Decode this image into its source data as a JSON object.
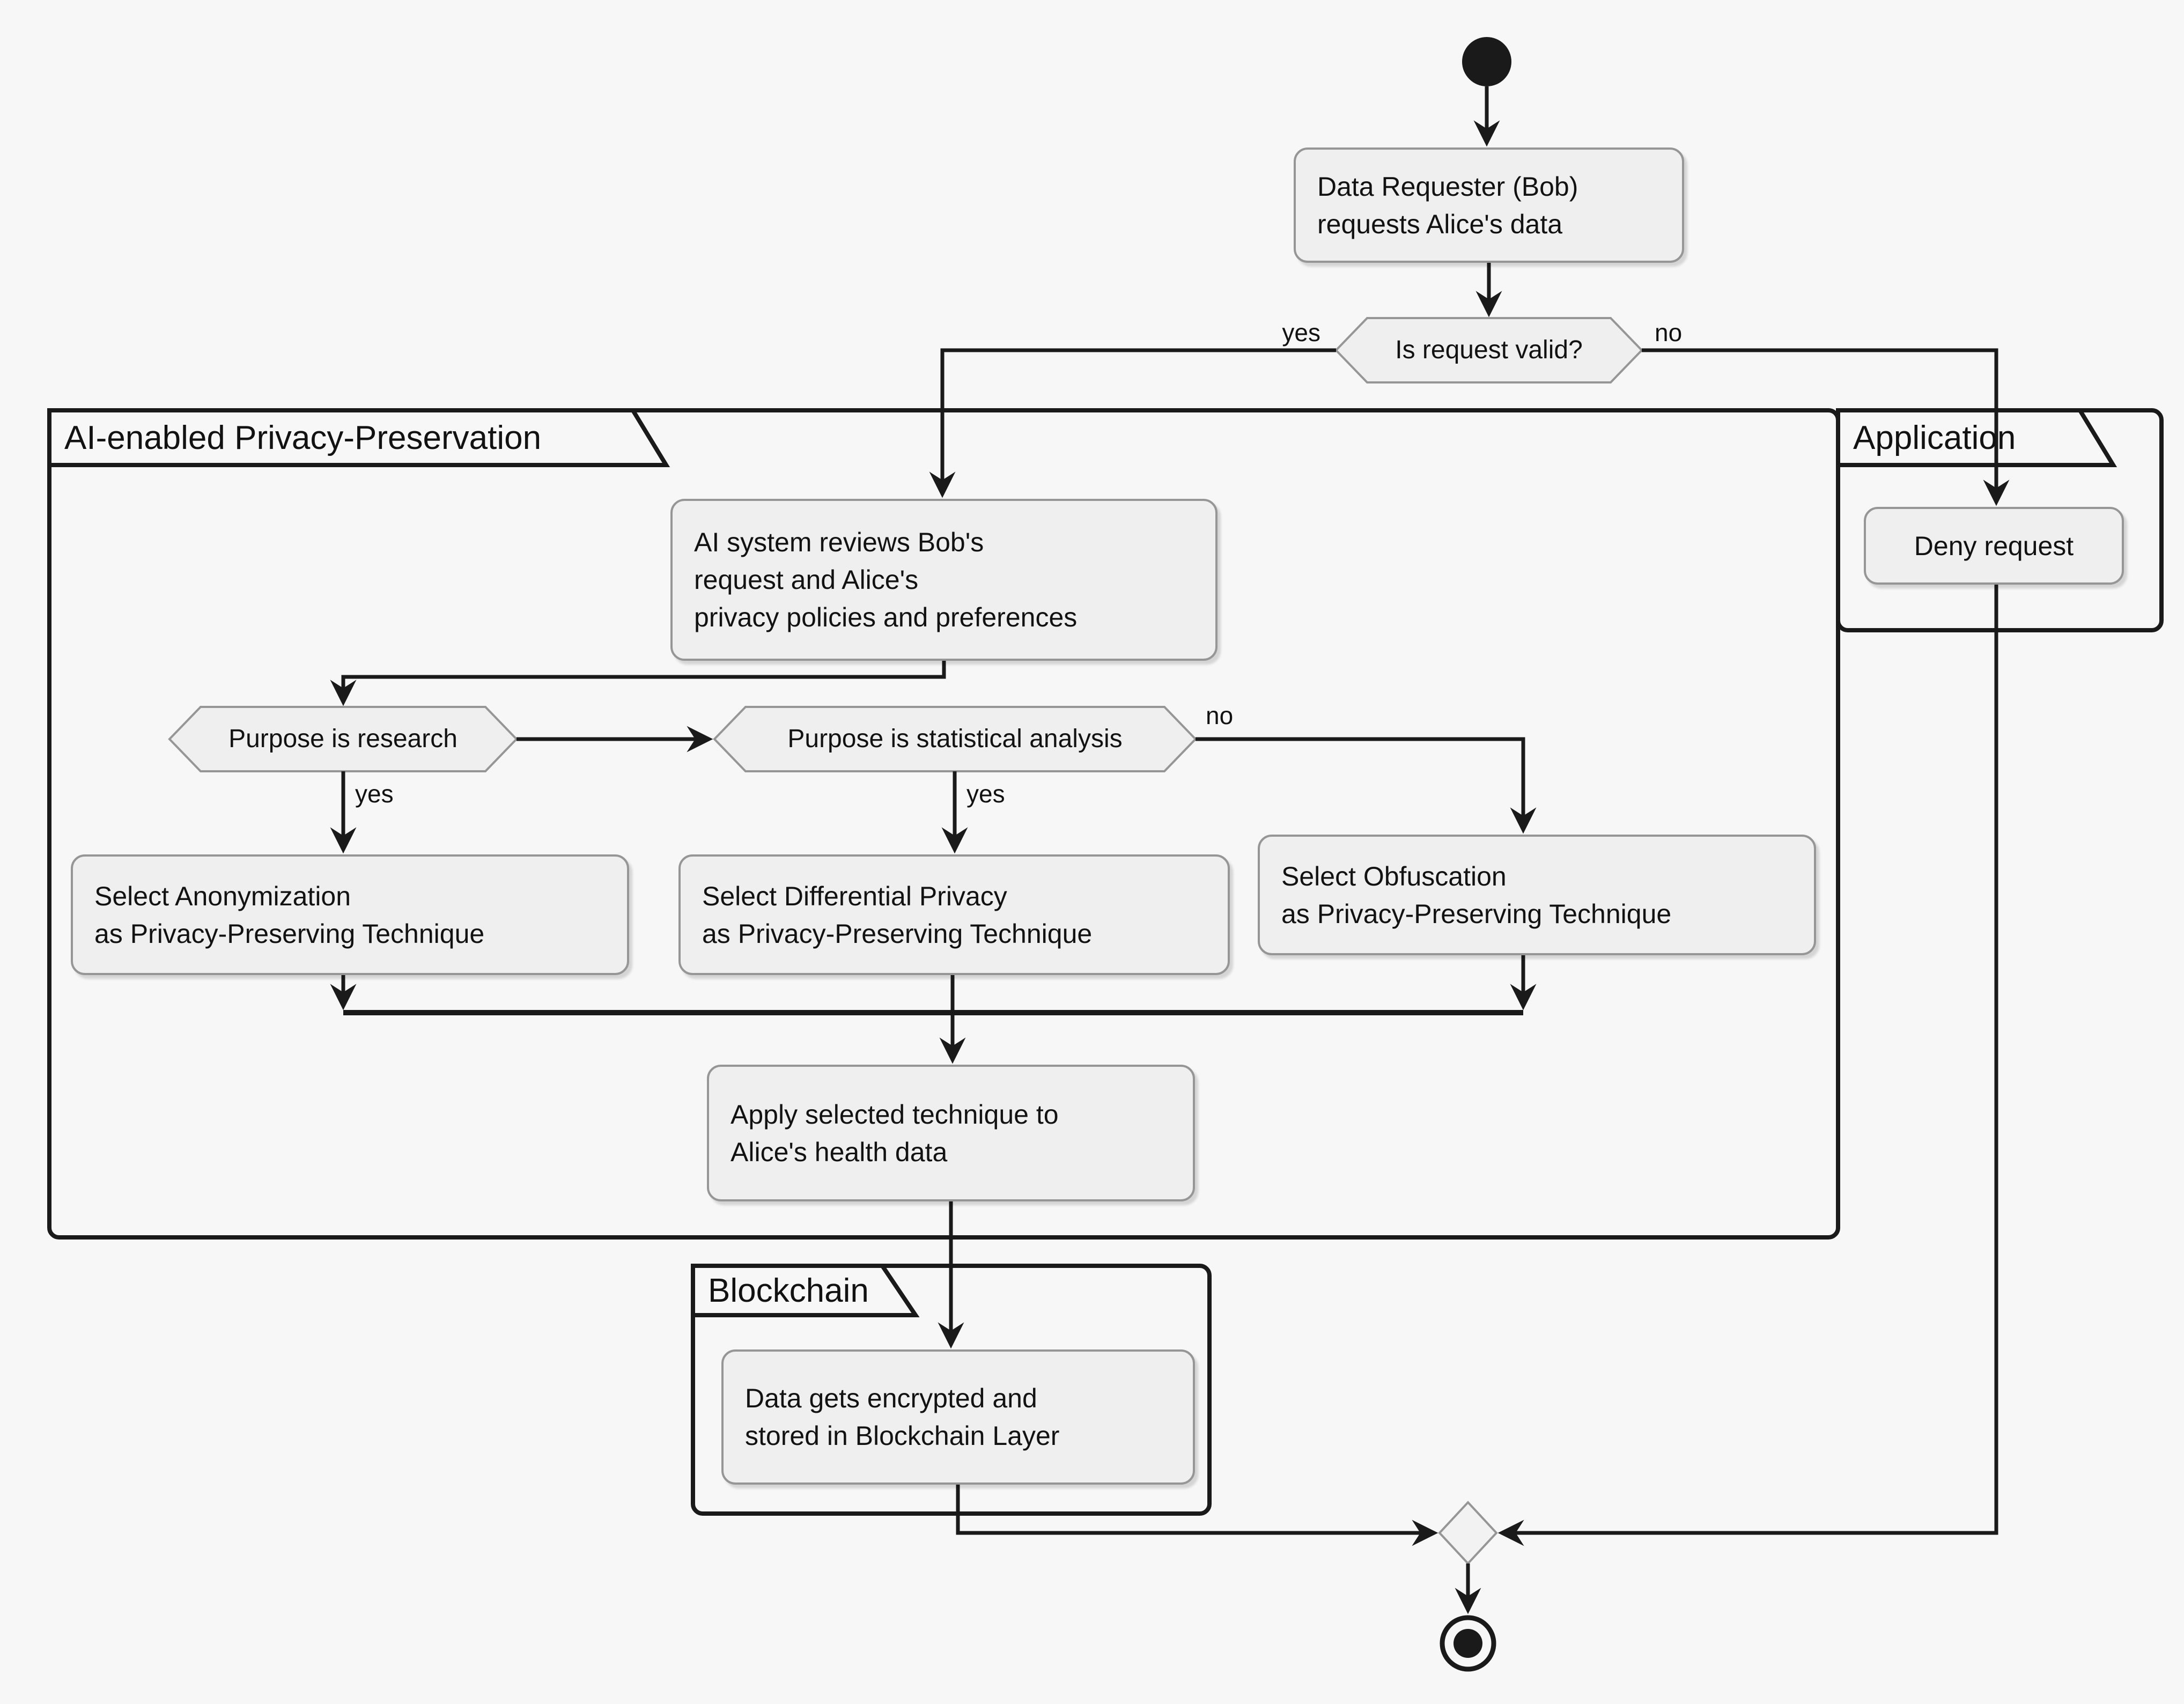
{
  "diagram_type": "activity-flowchart",
  "colors": {
    "background": "#f7f7f7",
    "node_fill": "#efefef",
    "node_border": "#969696",
    "frame_border": "#1a1a1a",
    "flow_line": "#1a1a1a",
    "text": "#121212"
  },
  "partitions": {
    "ai": {
      "title": "AI-enabled Privacy-Preservation"
    },
    "application": {
      "title": "Application"
    },
    "blockchain": {
      "title": "Blockchain"
    }
  },
  "nodes": {
    "request": {
      "label": "Data Requester (Bob)\nrequests Alice's data"
    },
    "ai_review": {
      "label": "AI system reviews Bob's\nrequest and Alice's\nprivacy policies and preferences"
    },
    "select_anonymization": {
      "label": "Select Anonymization\nas Privacy-Preserving Technique"
    },
    "select_differential": {
      "label": "Select Differential Privacy\nas Privacy-Preserving Technique"
    },
    "select_obfuscation": {
      "label": "Select Obfuscation\nas Privacy-Preserving Technique"
    },
    "apply_technique": {
      "label": "Apply selected technique to\nAlice's health data"
    },
    "store_blockchain": {
      "label": "Data gets encrypted and\nstored in Blockchain Layer"
    },
    "deny_request": {
      "label": "Deny request"
    }
  },
  "decisions": {
    "is_request_valid": {
      "label": "Is request valid?",
      "yes": "yes",
      "no": "no"
    },
    "purpose_research": {
      "label": "Purpose is research",
      "yes": "yes"
    },
    "purpose_statistical": {
      "label": "Purpose is statistical analysis",
      "yes": "yes",
      "no": "no"
    }
  }
}
